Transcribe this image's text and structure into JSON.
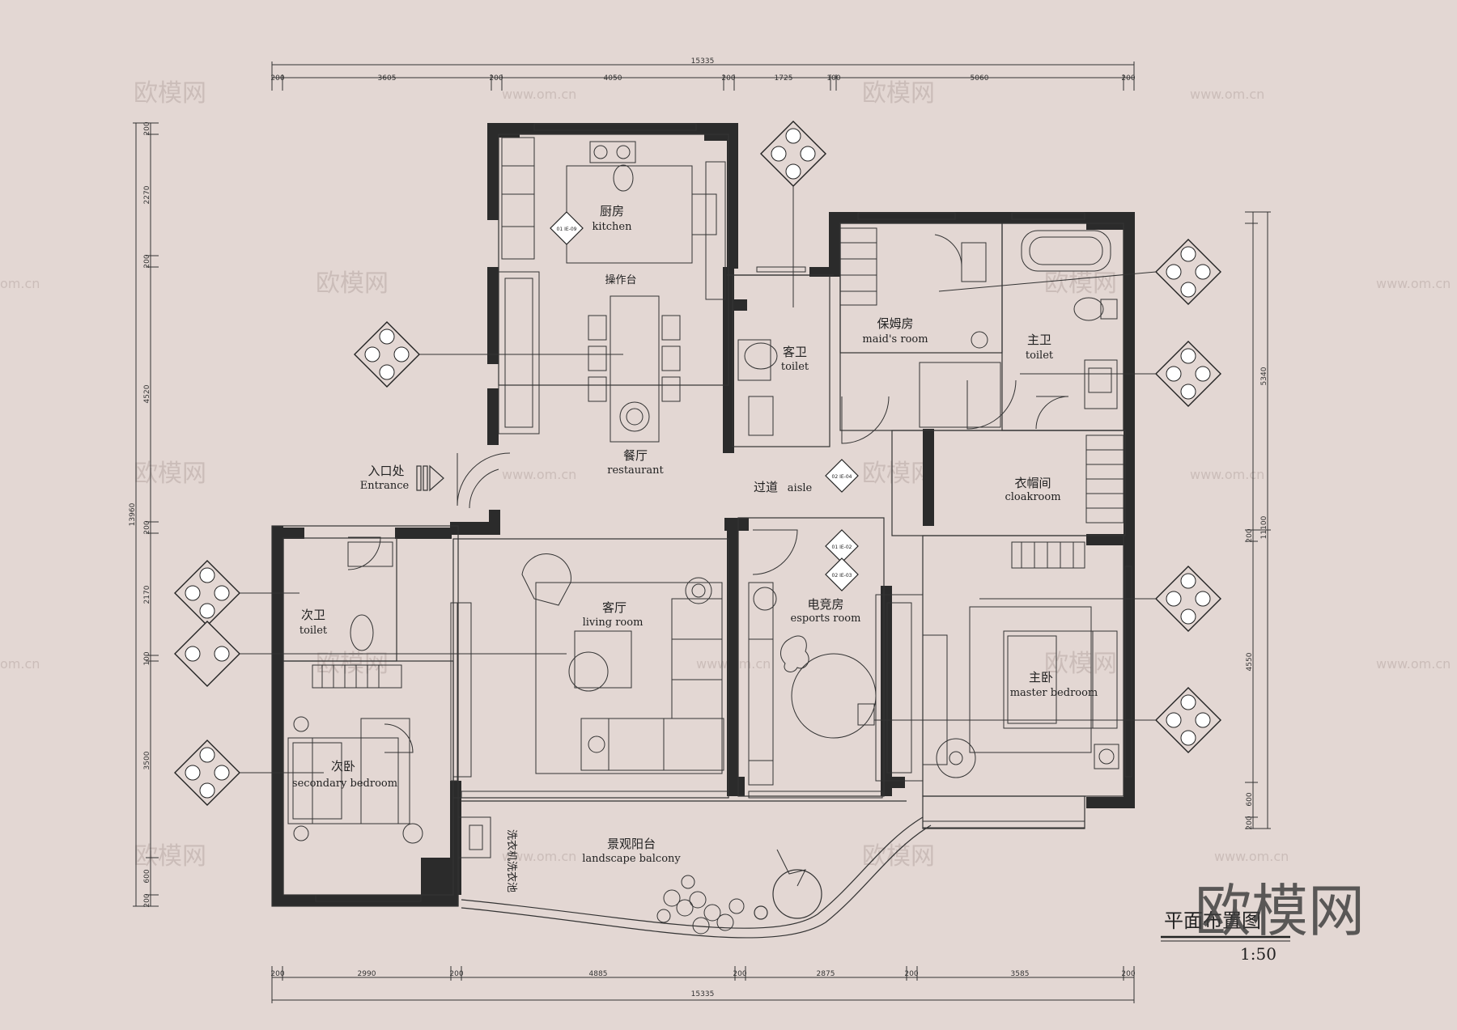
{
  "rooms": {
    "kitchen": {
      "cn": "厨房",
      "en": "kitchen"
    },
    "counter": {
      "cn": "操作台"
    },
    "restaurant": {
      "cn": "餐厅",
      "en": "restaurant"
    },
    "guest_toilet": {
      "cn": "客卫",
      "en": "toilet"
    },
    "maids_room": {
      "cn": "保姆房",
      "en": "maid's room"
    },
    "master_toilet": {
      "cn": "主卫",
      "en": "toilet"
    },
    "entrance": {
      "cn": "入口处",
      "en": "Entrance"
    },
    "aisle": {
      "cn": "过道",
      "en": "aisle"
    },
    "cloakroom": {
      "cn": "衣帽间",
      "en": "cloakroom"
    },
    "second_toilet": {
      "cn": "次卫",
      "en": "toilet"
    },
    "living_room": {
      "cn": "客厅",
      "en": "living room"
    },
    "esports_room": {
      "cn": "电竞房",
      "en": "esports room"
    },
    "master_bedroom": {
      "cn": "主卧",
      "en": "master bedroom"
    },
    "secondary_bedroom": {
      "cn": "次卧",
      "en": "secondary bedroom"
    },
    "balcony": {
      "cn": "景观阳台",
      "en": "landscape balcony"
    },
    "laundry": {
      "cn": "洗衣机洗衣池"
    }
  },
  "title": {
    "cn": "平面布置图",
    "scale": "1:50"
  },
  "watermark": {
    "text": "欧模网",
    "url": "www.om.cn",
    "url_partial": "om.cn"
  },
  "dimensions": {
    "top_total": "15335",
    "top": [
      "200",
      "3605",
      "200",
      "4050",
      "200",
      "1725",
      "100",
      "5060",
      "200"
    ],
    "bottom_total": "15335",
    "bottom": [
      "200",
      "2990",
      "200",
      "4885",
      "200",
      "2875",
      "200",
      "3585",
      "200"
    ],
    "left_total": "13960",
    "left": [
      "200",
      "2270",
      "200",
      "4520",
      "200",
      "2170",
      "100",
      "3500",
      "600",
      "200"
    ],
    "right_a": "5340",
    "right_b": "11100",
    "right": [
      "200",
      "4550",
      "600",
      "200"
    ]
  },
  "index_tags": {
    "kitchen": "01 IE-09",
    "aisle": "02 IE-04",
    "esports_top": "01 IE-02",
    "esports_bottom": "02 IE-03"
  },
  "colors": {
    "background": "#e3d7d3",
    "wall": "#2b2b2b",
    "line": "#333333"
  }
}
